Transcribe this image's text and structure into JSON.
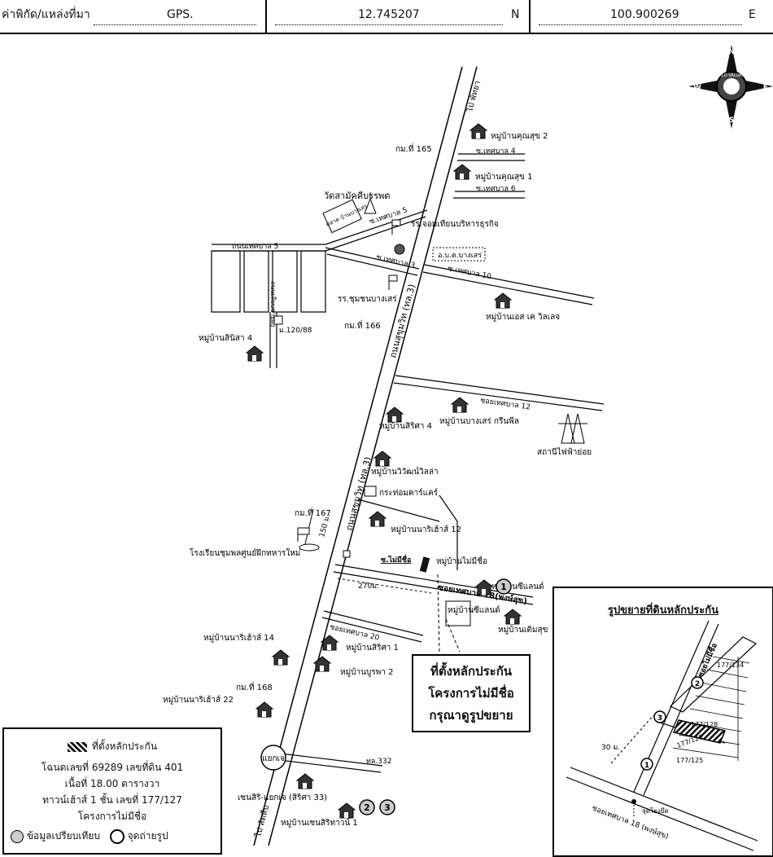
{
  "header": {
    "label": "ค่าพิกัด/แหล่งที่มา",
    "source": "GPS.",
    "lat": "12.745207",
    "lat_dir": "N",
    "lng": "100.900269",
    "lng_dir": "E"
  },
  "compass": {
    "brand": "WORLD VALUATION",
    "n": "N",
    "s": "S",
    "e": "E",
    "w": "W"
  },
  "roads": {
    "sukhumvit_1": "ถนนสุขุมวิท (ทล.3)",
    "sukhumvit_2": "ถนนสุขุมวิท (ทล.3)",
    "to_pattaya": "ไป พัทยา",
    "to_sattahip": "ไป สัตหีบ",
    "soi_4": "ซ.เทศบาล 4",
    "soi_6": "ซ.เทศบาล 6",
    "soi_5": "ซ.เทศบาล 5",
    "soi_3": "ซ.เทศบาล 3",
    "soi_10": "ซ.เทศบาล 10",
    "soi_12": "ซอยเทศบาล 12",
    "soi_18": "ซอยเทศบาล 18(พงษ์สุข)",
    "soi_20": "ซอยเทศบาล 20",
    "road_5": "ถนนเทศบาล 5",
    "road_rukhet": "ถนนเลียบชายฝั่ง",
    "soi_nameless": "ซ.ไม่มีชื่อ",
    "tl332": "ทล.332",
    "junction": "แยกเจ",
    "dist_270": "270ม.",
    "dist_150": "150 ม."
  },
  "places": {
    "khunsuk2": "หมู่บ้านคุณสุข 2",
    "km165": "กม.ที่ 165",
    "khunsuk1": "หมู่บ้านคุณสุข 1",
    "wat": "วัดสามัคคีบรรพต",
    "market": "ตลาด บ้านบางเสร่",
    "school_jomtian": "รร.จอมเทียนบริหารธุรกิจ",
    "tambon": "อ.บ.ต.บางเสร่",
    "school_bangsare": "รร.ชุมชนบางเสร่",
    "km166": "กม.ที่ 166",
    "m120": "ม.120/88",
    "sinisa4": "หมู่บ้านสินิสา 4",
    "esk": "หมู่บ้านเอส เค วิลเลจ",
    "sirisa4": "หมู่บ้านสิริศา 4",
    "bangsare_green": "หมู่บ้านบางเสร่ กรีนพีล",
    "substation": "สถานีไฟฟ้าย่อย",
    "wiwat": "หมู่บ้านวิวัฒน์วิลล่า",
    "kratom": "กระท่อมคาร์แคร์",
    "km167": "กม.ที่ 167",
    "narihouse12": "หมู่บ้านนาริเฮ้าส์ 12",
    "navy_school": "โรงเรียนชุมพลศูนย์ฝึกทหารใหม่",
    "nameless_vil": "หมู่บ้านไม่มีชื่อ",
    "sealand1": "หมู่บ้านซีแลนด์",
    "sealand2": "หมู่บ้านซีแลนด์",
    "termsuk": "หมู่บ้านเติมสุข",
    "narihouse14": "หมู่บ้านนาริเฮ้าส์ 14",
    "sirisa1": "หมู่บ้านสิริศา 1",
    "burapha2": "หมู่บ้านบูรพา 2",
    "km168": "กม.ที่ 168",
    "narihouse22": "หมู่บ้านนาริเฮ้าส์ 22",
    "sensiri_jay": "เซนสิริ-แยกเจ (สิริศา 33)",
    "sensiri_town": "หมู่บ้านเซนสิริทาวน์ 1"
  },
  "markers": {
    "m1": "1",
    "m2": "2",
    "m3": "3"
  },
  "callout": {
    "line1": "ที่ตั้งหลักประกัน",
    "line2": "โครงการไม่มีชื่อ",
    "line3": "กรุณาดูรูปขยาย"
  },
  "legend": {
    "collateral": "ที่ตั้งหลักประกัน",
    "deed": "โฉนดเลขที่ 69289  เลขที่ดิน 401",
    "area": "เนื้อที่  18.00  ตารางวา",
    "building": "ทาวน์เฮ้าส์ 1 ชั้น  เลขที่  177/127",
    "project": "โครงการไม่มีชื่อ",
    "compare": "ข้อมูลเปรียบเทียบ",
    "photo": "จุดถ่ายรูป"
  },
  "inset": {
    "title": "รูปขยายที่ดินหลักประกัน",
    "lot1": "177/134",
    "lot2": "177/128",
    "lot3": "177/126",
    "lot4": "177/125",
    "road": "ซอยเทศบาล 18 (พงษ์สุข)",
    "soi": "ซอยไม่มีชื่อ",
    "dist": "30 ม.",
    "ref": "จุดโยงยึด",
    "p1": "1",
    "p2": "2",
    "p3": "3"
  }
}
